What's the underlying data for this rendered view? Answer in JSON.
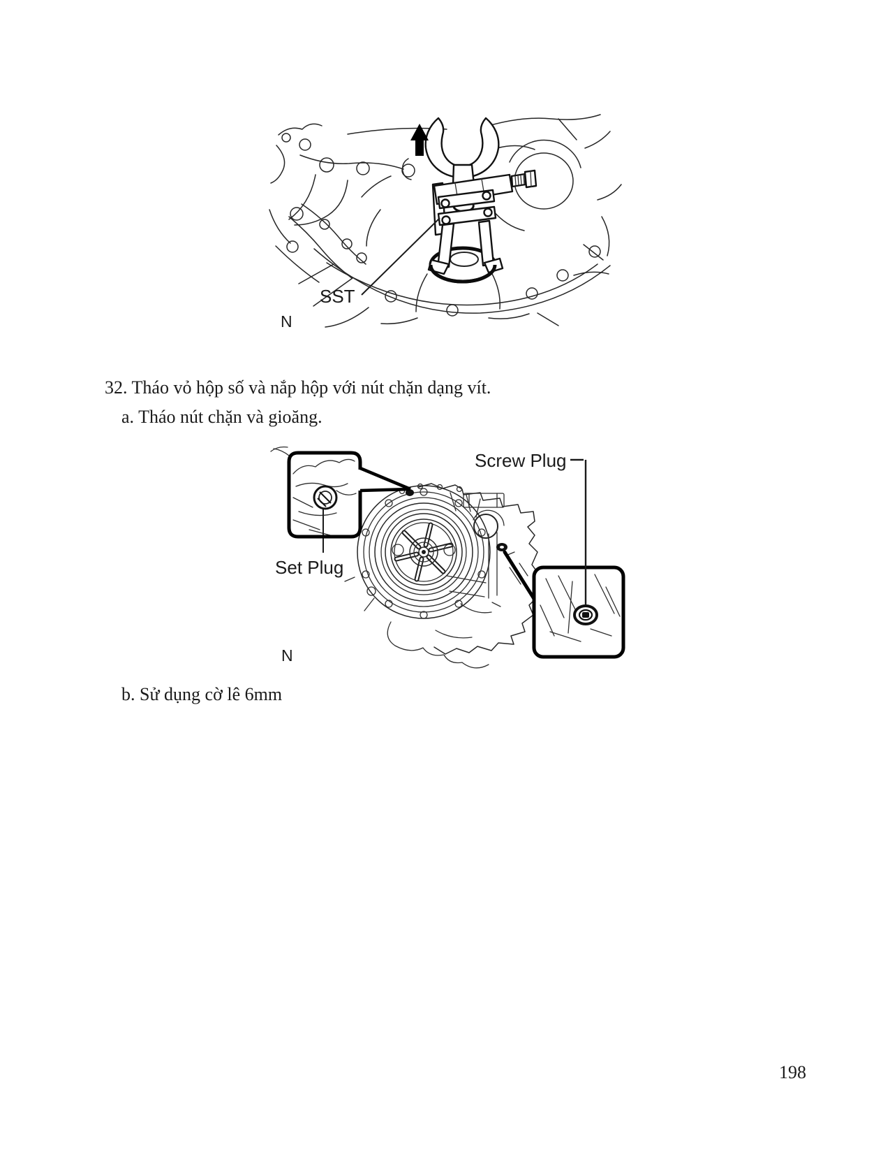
{
  "page": {
    "number": "198"
  },
  "colors": {
    "paper": "#ffffff",
    "ink": "#1a1a1a"
  },
  "steps": {
    "step32": "32. Tháo vỏ hộp số và nắp hộp với nút chặn dạng vít.",
    "step32a": "a. Tháo nút chặn và gioăng.",
    "step32b": "b. Sử dụng cờ lê 6mm"
  },
  "figure1": {
    "labels": {
      "sst": "SST",
      "n": "N"
    }
  },
  "figure2": {
    "labels": {
      "screw_plug": "Screw Plug",
      "set_plug": "Set Plug",
      "n": "N"
    }
  }
}
